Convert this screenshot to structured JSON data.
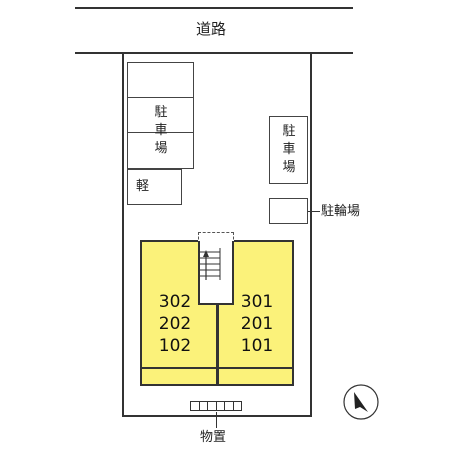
{
  "road_label": "道路",
  "parking_main_label": "駐車場",
  "parking_right_label": "駐車場",
  "kei_label": "軽",
  "bicycle_label": "駐輪場",
  "storage_label": "物置",
  "units_left": [
    "302",
    "202",
    "102"
  ],
  "units_right": [
    "301",
    "201",
    "101"
  ],
  "colors": {
    "unit_fill": "#fbf27a",
    "lines": "#333333"
  },
  "north_arrow_icon": "north-arrow-icon"
}
